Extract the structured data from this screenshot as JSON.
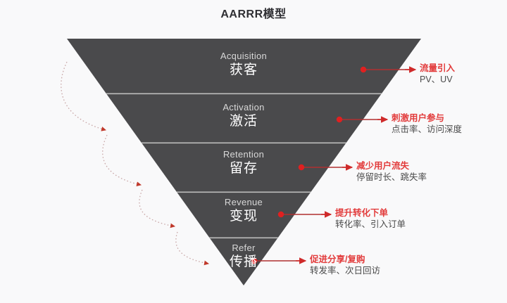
{
  "title": "AARRR模型",
  "colors": {
    "background": "#f9f9fa",
    "funnel_fill": "#4a4a4c",
    "funnel_divider": "#b5b5b5",
    "accent_red": "#e23b3b",
    "connector_red": "#c0392b",
    "dotted_arrow": "#c9a8a8",
    "label_en": "#d8d8d8",
    "label_cn": "#ffffff",
    "sub_text": "#4a4a4a",
    "title_text": "#2f2f33"
  },
  "funnel": {
    "shape": "inverted-triangle",
    "layers": [
      {
        "en": "Acquisition",
        "cn": "获客"
      },
      {
        "en": "Activation",
        "cn": "激活"
      },
      {
        "en": "Retention",
        "cn": "留存"
      },
      {
        "en": "Revenue",
        "cn": "变现"
      },
      {
        "en": "Refer",
        "cn": "传播"
      }
    ]
  },
  "annotations": [
    {
      "goal": "流量引入",
      "metrics": "PV、UV"
    },
    {
      "goal": "刺激用户参与",
      "metrics": "点击率、访问深度"
    },
    {
      "goal": "减少用户流失",
      "metrics": "停留时长、跳失率"
    },
    {
      "goal": "提升转化下单",
      "metrics": "转化率、引入订单"
    },
    {
      "goal": "促进分享/复购",
      "metrics": "转发率、次日回访"
    }
  ],
  "flow_arrows": {
    "count": 4,
    "style": "dotted-curved-arrow",
    "direction": "downward-right"
  }
}
